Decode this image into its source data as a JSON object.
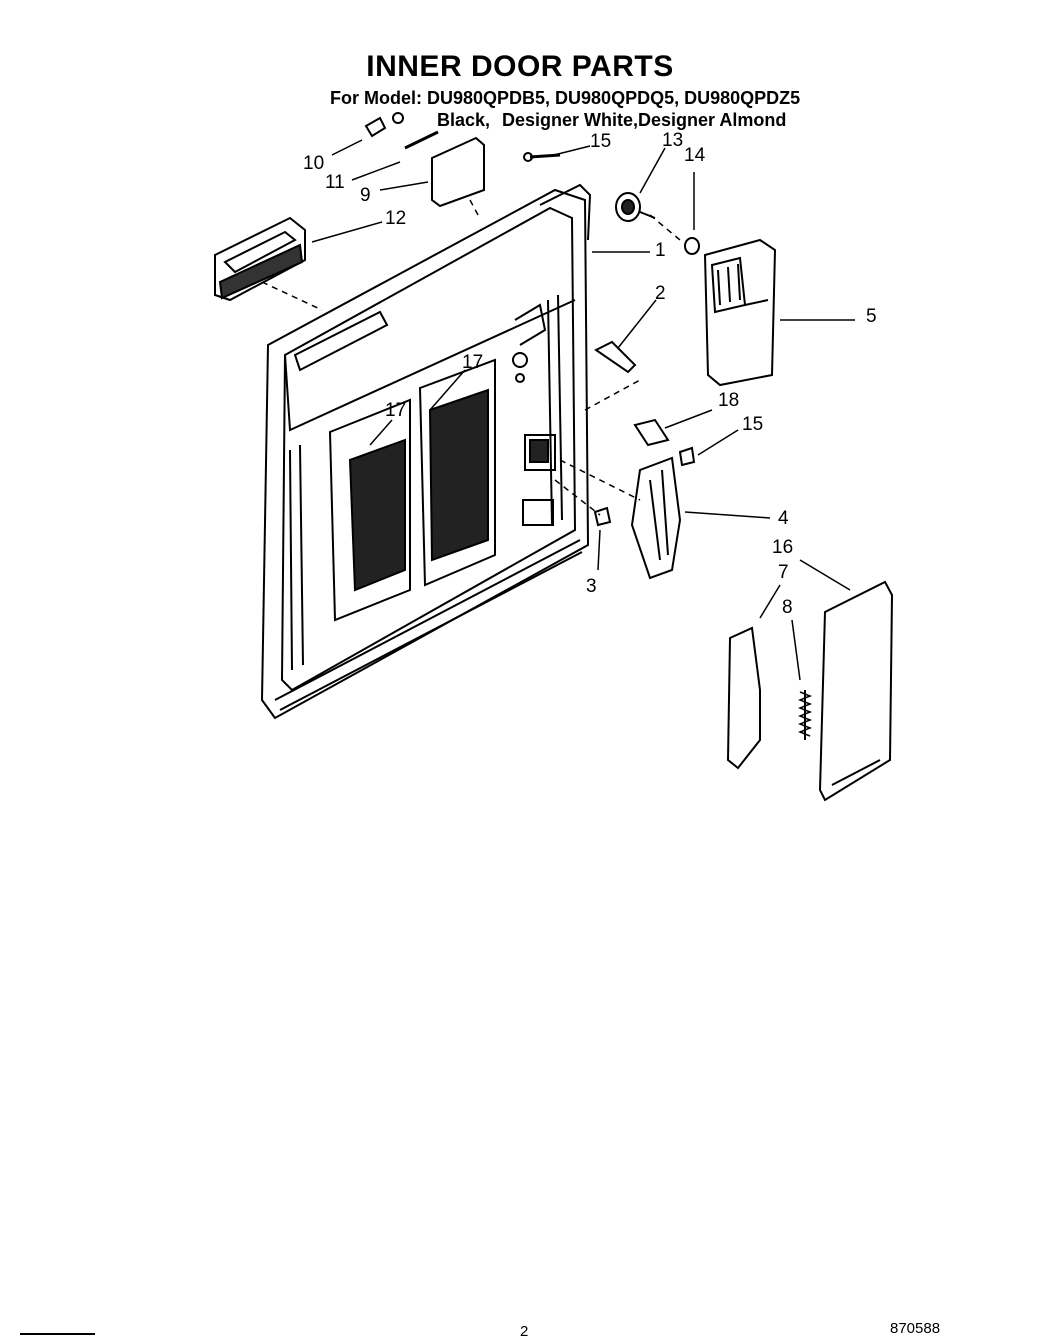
{
  "header": {
    "title": "INNER DOOR PARTS",
    "model_line": "For Model: DU980QPDB5, DU980QPDQ5, DU980QPDZ5",
    "variants": [
      "Black,",
      "Designer White,",
      "Designer Almond"
    ]
  },
  "callouts": [
    "10",
    "11",
    "9",
    "12",
    "15",
    "13",
    "14",
    "1",
    "2",
    "5",
    "17",
    "17",
    "18",
    "15",
    "4",
    "3",
    "16",
    "7",
    "8"
  ],
  "footer": {
    "page_number": "2",
    "doc_number": "870588"
  }
}
